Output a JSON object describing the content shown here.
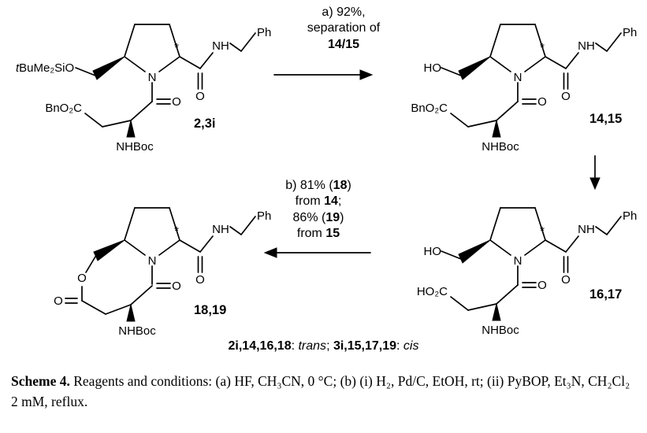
{
  "arrow_a": {
    "line1": "a) 92%,",
    "line2": "separation of",
    "line3": "14/15"
  },
  "arrow_b": {
    "l1a": "b) 81% (",
    "l1b": "18",
    "l1c": ")",
    "l2a": "from ",
    "l2b": "14",
    "l2c": ";",
    "l3a": "86% (",
    "l3b": "19",
    "l3c": ")",
    "l4a": "from ",
    "l4b": "15"
  },
  "s1": {
    "silyl_t": "t",
    "silyl_rest": "BuMe₂SiO",
    "n": "N",
    "star": "*",
    "nh": "NH",
    "ph": "Ph",
    "o_amide": "O",
    "o_acyl": "O",
    "ester": "BnO₂C",
    "nhboc": "NHBoc",
    "compound": "2,3i"
  },
  "s2": {
    "oh": "HO",
    "n": "N",
    "star": "*",
    "nh": "NH",
    "ph": "Ph",
    "o_amide": "O",
    "o_acyl": "O",
    "ester": "BnO₂C",
    "nhboc": "NHBoc",
    "compound": "14,15"
  },
  "s3": {
    "oh": "HO",
    "n": "N",
    "star": "*",
    "nh": "NH",
    "ph": "Ph",
    "o_amide": "O",
    "o_acyl": "O",
    "acid": "HO₂C",
    "nhboc": "NHBoc",
    "compound": "16,17"
  },
  "s4": {
    "ring_o": "O",
    "lactone_o": "O",
    "n": "N",
    "star": "*",
    "nh": "NH",
    "ph": "Ph",
    "o_amide": "O",
    "o_acyl": "O",
    "nhboc": "NHBoc",
    "compound": "18,19"
  },
  "stereo_note": {
    "trans_ids": "2i,14,16,18",
    "sep1": ": ",
    "trans": "trans",
    "sep2": "; ",
    "cis_ids": "3i,15,17,19",
    "sep3": ": ",
    "cis": "cis"
  },
  "caption": {
    "label": "Scheme 4.",
    "text": " Reagents and conditions: (a) HF, CH₃CN, 0 °C; (b) (i) H₂, Pd/C, EtOH, rt; (ii) PyBOP, Et₃N, CH₂Cl₂ 2 mM, reflux."
  }
}
